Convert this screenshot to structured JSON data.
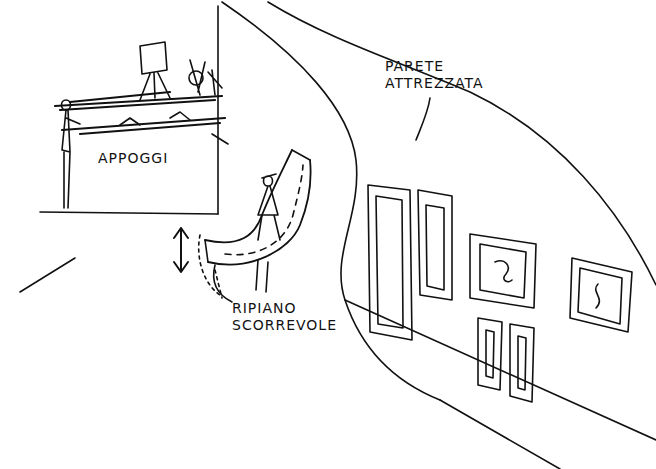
{
  "diagram": {
    "labels": [
      "PARETE ATTREZZATA",
      "APPOGGI",
      "RIPIANO SCORREVOLE"
    ]
  }
}
